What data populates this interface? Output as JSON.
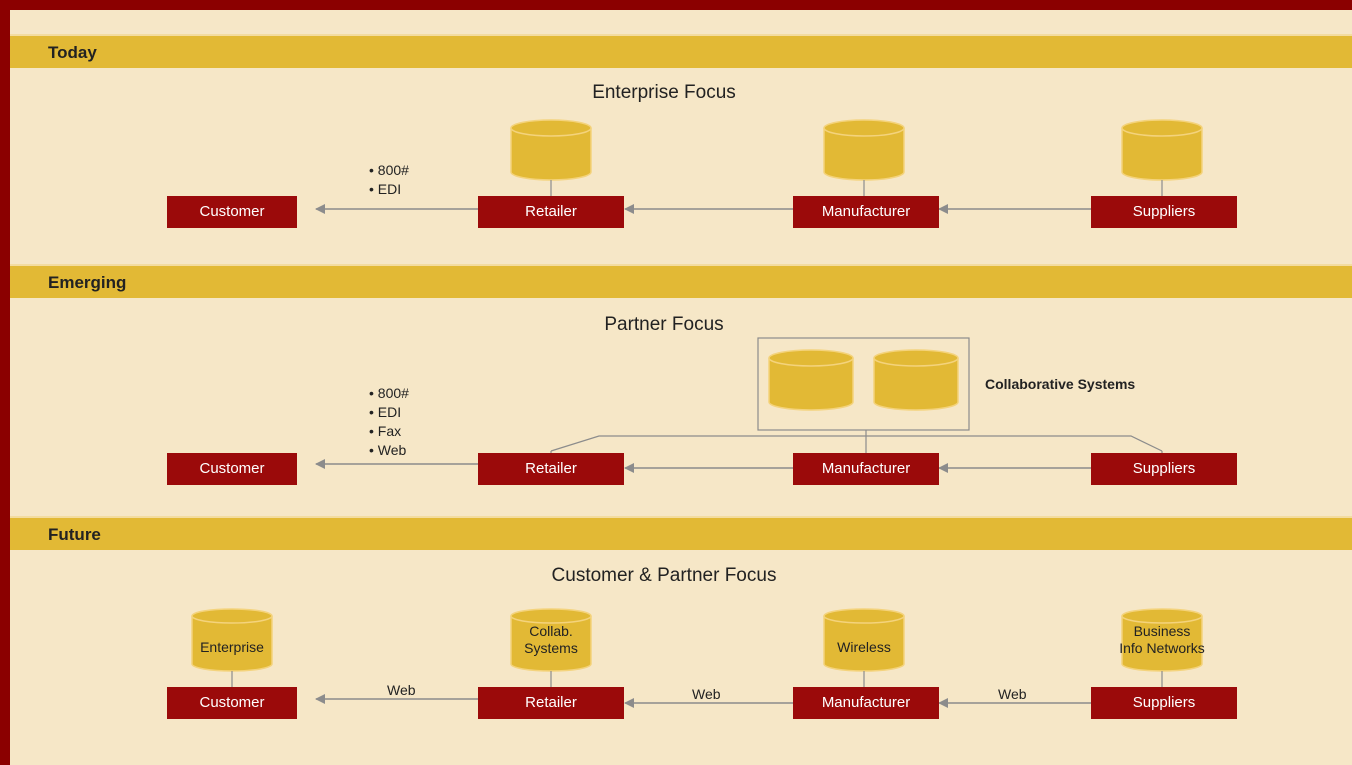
{
  "colors": {
    "border": "#8b0000",
    "background": "#f6e7c7",
    "band": "#e2b935",
    "box": "#9b0a0a",
    "database": "#e2b935",
    "arrow": "#8c8c8c"
  },
  "sections": [
    {
      "label": "Today",
      "title": "Enterprise Focus",
      "nodes": [
        "Customer",
        "Retailer",
        "Manufacturer",
        "Suppliers"
      ],
      "channel_notes": [
        "• 800#",
        "• EDI"
      ]
    },
    {
      "label": "Emerging",
      "title": "Partner Focus",
      "nodes": [
        "Customer",
        "Retailer",
        "Manufacturer",
        "Suppliers"
      ],
      "channel_notes": [
        "• 800#",
        "• EDI",
        "• Fax",
        "• Web"
      ],
      "shared_systems_label": "Collaborative Systems"
    },
    {
      "label": "Future",
      "title": "Customer & Partner Focus",
      "nodes": [
        "Customer",
        "Retailer",
        "Manufacturer",
        "Suppliers"
      ],
      "databases": [
        "Enterprise",
        "Collab.\nSystems",
        "Wireless",
        "Business\nInfo Networks"
      ],
      "edge_labels": [
        "Web",
        "Web",
        "Web"
      ]
    }
  ]
}
